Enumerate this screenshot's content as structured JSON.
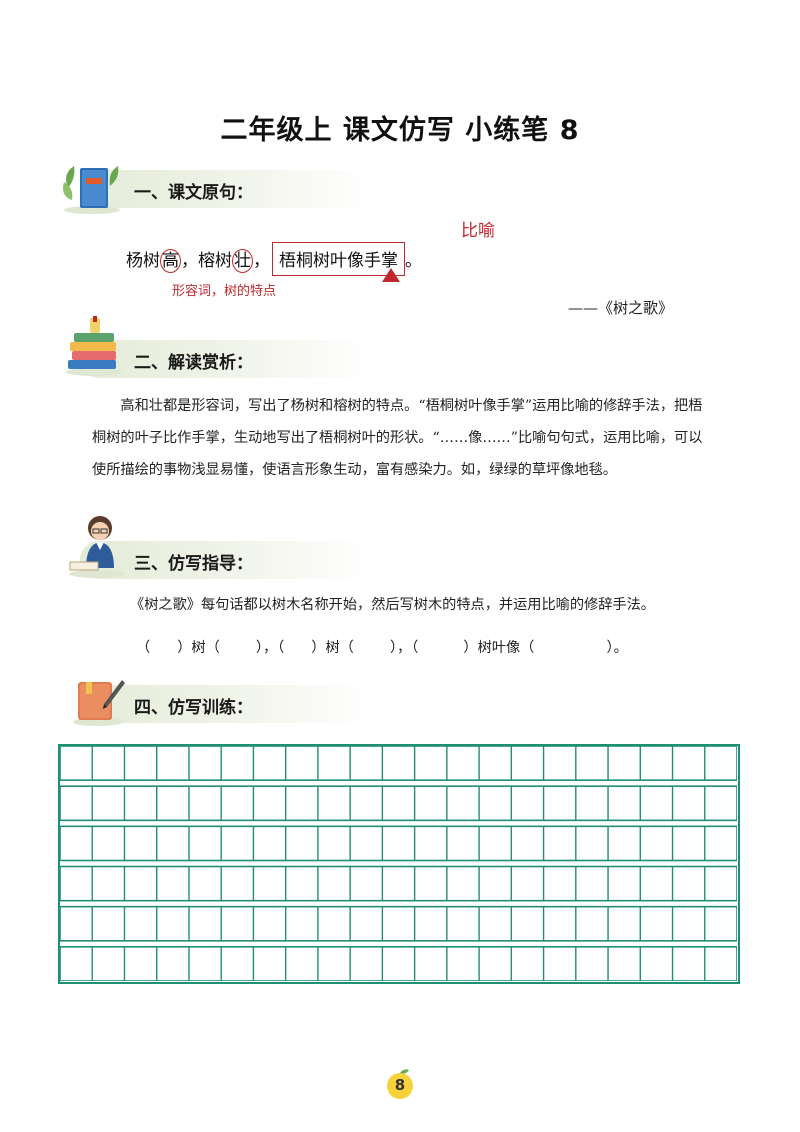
{
  "title": "二年级上  课文仿写  小练笔 8",
  "sections": {
    "s1": "一、课文原句：",
    "s2": "二、解读赏析：",
    "s3": "三、仿写指导：",
    "s4": "四、仿写训练："
  },
  "quote": {
    "p1": "杨树",
    "c1": "高",
    "p2": "，榕树",
    "c2": "壮",
    "p3": "，",
    "boxed": "梧桐树叶像手掌",
    "end": "。",
    "annot_metaphor": "比喻",
    "annot_adj": "形容词，树的特点",
    "source": "——《树之歌》"
  },
  "analysis": "高和壮都是形容词，写出了杨树和榕树的特点。“梧桐树叶像手掌”运用比喻的修辞手法，把梧桐树的叶子比作手掌，生动地写出了梧桐树叶的形状。“……像……”比喻句句式，运用比喻，可以使所描绘的事物浅显易懂，使语言形象生动，富有感染力。如，绿绿的草坪像地毯。",
  "guide": {
    "text": "《树之歌》每句话都以树木名称开始，然后写树木的特点，并运用比喻的修辞手法。",
    "t1": "（      ）树（        ），（      ）树（        ），（          ）树叶像（                ）。"
  },
  "grid": {
    "rows": 6,
    "cols": 21,
    "color": "#1f8f74"
  },
  "page_number": "8",
  "colors": {
    "accent_red": "#c0282d",
    "grid_green": "#1f8f74",
    "page_badge": "#f7d23a"
  }
}
